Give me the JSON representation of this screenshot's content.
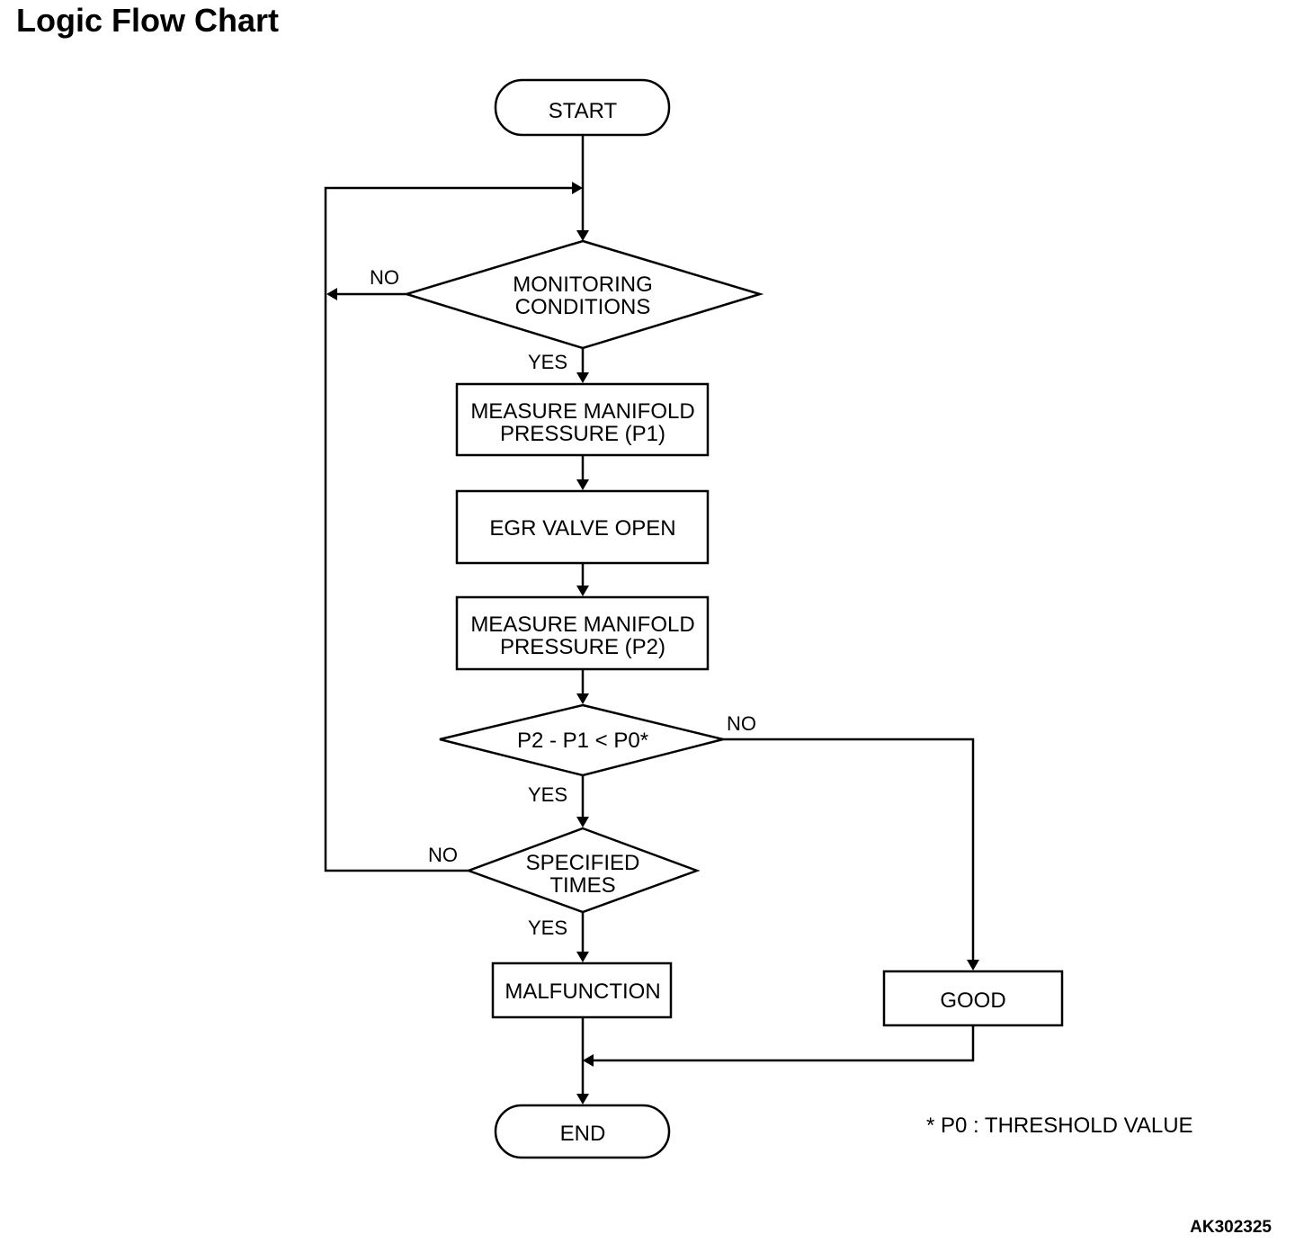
{
  "title": "Logic Flow Chart",
  "figure_code": "AK302325",
  "nodes": {
    "start": {
      "label": "START"
    },
    "monitoring": {
      "line1": "MONITORING",
      "line2": "CONDITIONS"
    },
    "measure_p1": {
      "line1": "MEASURE MANIFOLD",
      "line2": "PRESSURE (P1)"
    },
    "egr": {
      "label": "EGR VALVE OPEN"
    },
    "measure_p2": {
      "line1": "MEASURE MANIFOLD",
      "line2": "PRESSURE (P2)"
    },
    "compare": {
      "label": "P2 - P1 < P0*"
    },
    "specified": {
      "line1": "SPECIFIED",
      "line2": "TIMES"
    },
    "malfunction": {
      "label": "MALFUNCTION"
    },
    "good": {
      "label": "GOOD"
    },
    "end": {
      "label": "END"
    }
  },
  "branches": {
    "monitoring_no": "NO",
    "monitoring_yes": "YES",
    "compare_no": "NO",
    "compare_yes": "YES",
    "specified_no": "NO",
    "specified_yes": "YES"
  },
  "note": "* P0 : THRESHOLD VALUE"
}
